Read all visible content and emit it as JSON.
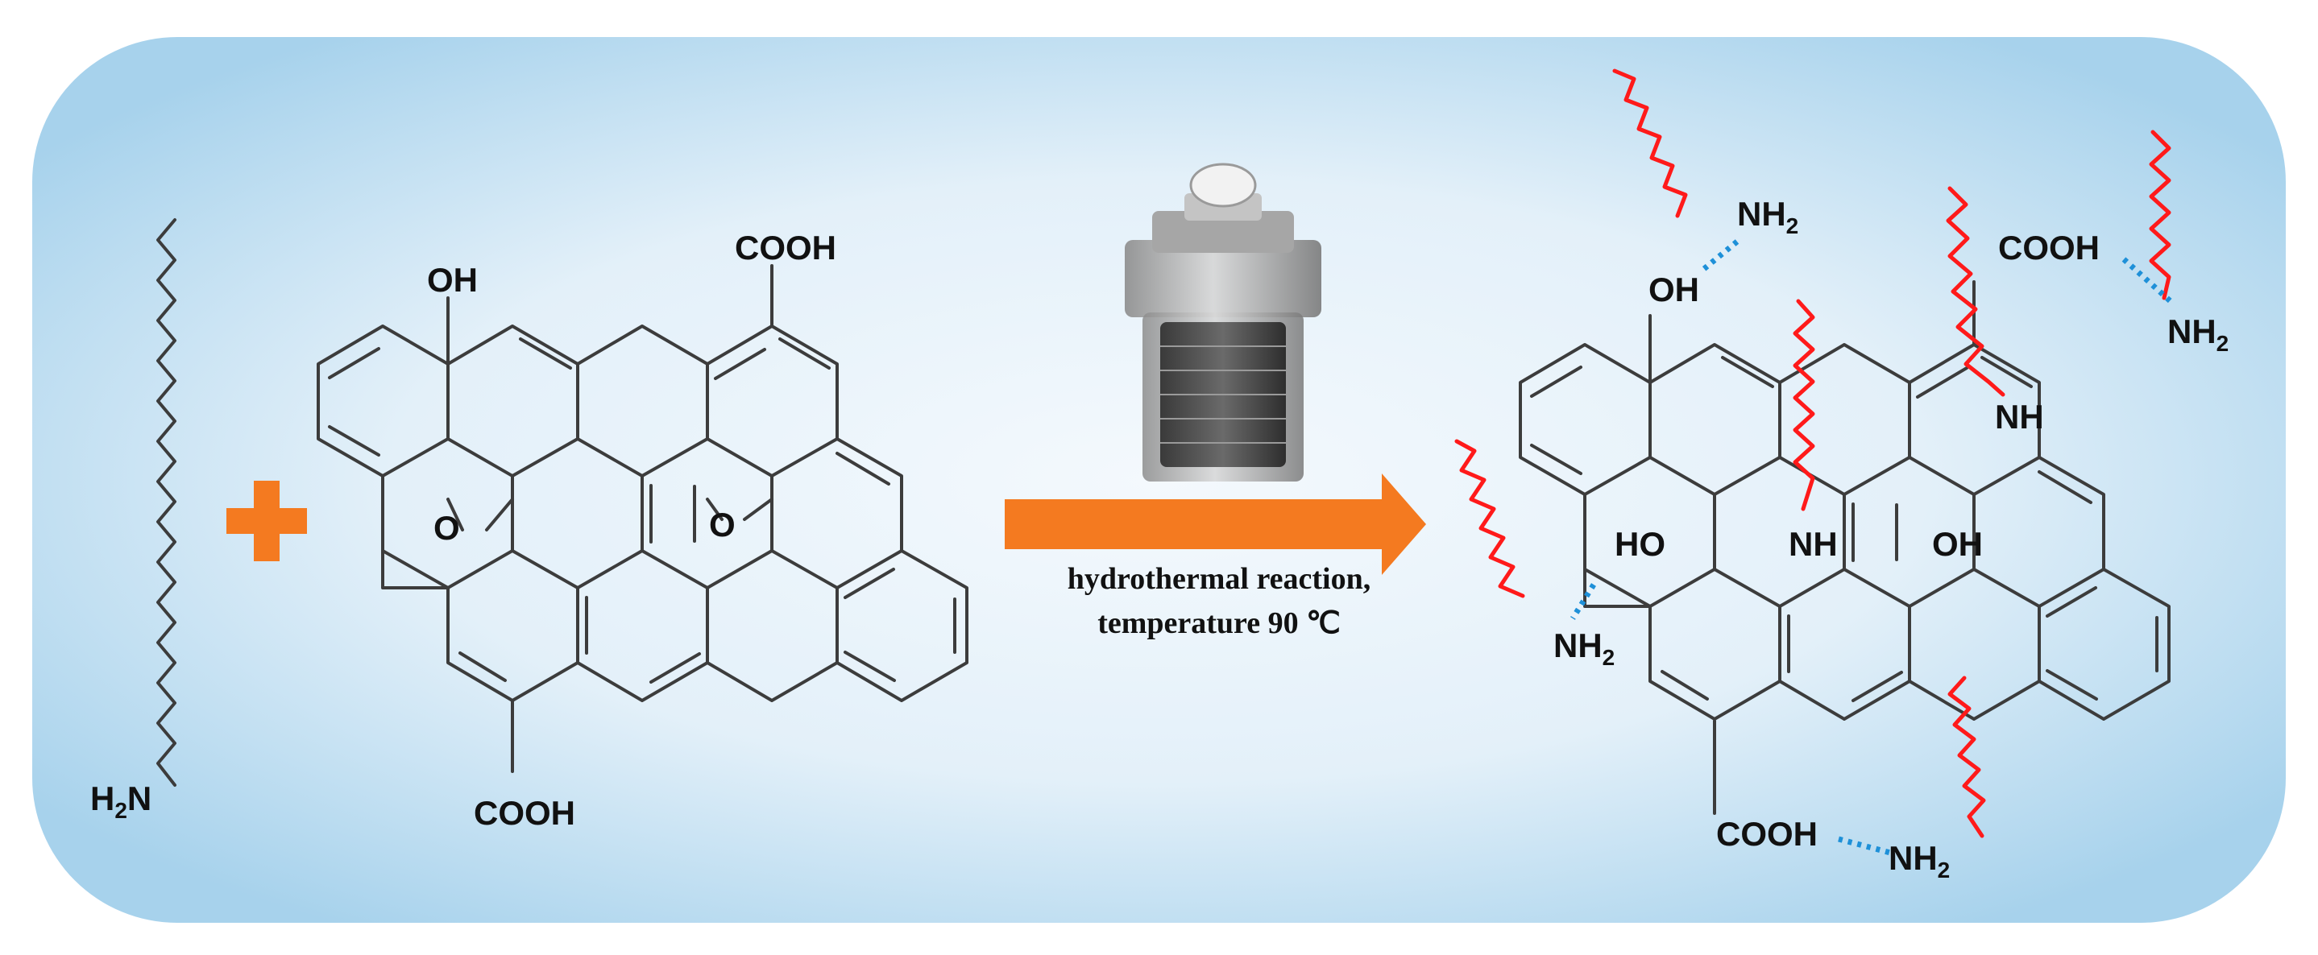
{
  "colors": {
    "panel_edge": "#a7d2ec",
    "panel_center": "#f4f9fd",
    "plus": "#f47a20",
    "arrow": "#f47a20",
    "bond": "#3c3c3c",
    "alkyl_chain_wave": "#ff1a1a",
    "hydrogen_bond": "#1e90d8"
  },
  "icons": {
    "plus": "plus-icon",
    "reactor": "hydrothermal-autoclave-icon",
    "arrow": "reaction-arrow-icon"
  },
  "reactant_amine": {
    "label": "H",
    "sub": "2",
    "label_tail": "N"
  },
  "reactant_go": {
    "oh": "OH",
    "cooh_top": "COOH",
    "cooh_bottom": "COOH",
    "epoxy_1": "O",
    "epoxy_2": "O"
  },
  "reaction": {
    "line1": "hydrothermal reaction,",
    "line2": "temperature 90 ℃"
  },
  "product": {
    "nh2_base": "NH",
    "nh2_sub": "2",
    "oh_top": "OH",
    "oh_center": "OH",
    "ho_left": "HO",
    "nh_center": "NH",
    "nh_right": "NH",
    "cooh_top": "COOH",
    "cooh_bottom": "COOH"
  }
}
